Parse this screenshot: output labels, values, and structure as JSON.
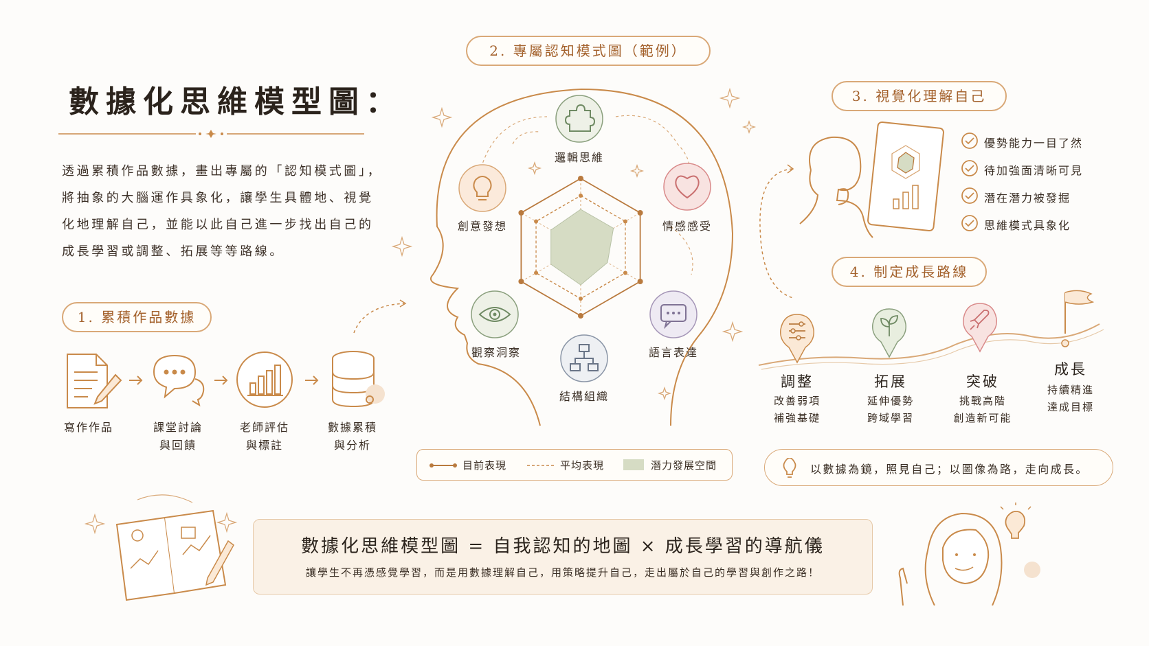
{
  "title": "數據化思維模型圖：",
  "intro": "透過累積作品數據，畫出專屬的「認知模式圖」，將抽象的大腦運作具象化，讓學生具體地、視覺化地理解自己，並能以此自己進一步找出自己的成長學習或調整、拓展等等路線。",
  "section1": {
    "label": "1. 累積作品數據",
    "steps": [
      {
        "label_1": "寫作作品",
        "label_2": "",
        "icon": "document-pencil-icon"
      },
      {
        "label_1": "課堂討論",
        "label_2": "與回饋",
        "icon": "chat-bubbles-icon"
      },
      {
        "label_1": "老師評估",
        "label_2": "與標註",
        "icon": "bar-chart-icon"
      },
      {
        "label_1": "數據累積",
        "label_2": "與分析",
        "icon": "database-icon"
      }
    ]
  },
  "section2": {
    "label": "2. 專屬認知模式圖（範例）",
    "nodes": [
      {
        "label": "邏輯思維",
        "icon": "puzzle-icon",
        "color": "#8ba07e"
      },
      {
        "label": "情感感受",
        "icon": "heart-icon",
        "color": "#d98a8a"
      },
      {
        "label": "語言表達",
        "icon": "speech-bubble-icon",
        "color": "#a697b8"
      },
      {
        "label": "結構組織",
        "icon": "hierarchy-icon",
        "color": "#8a95a6"
      },
      {
        "label": "觀察洞察",
        "icon": "eye-icon",
        "color": "#8ba07e"
      },
      {
        "label": "創意發想",
        "icon": "lightbulb-icon",
        "color": "#d9a877"
      }
    ],
    "legend": [
      "目前表現",
      "平均表現",
      "潛力發展空間"
    ]
  },
  "chart_data": {
    "type": "radar",
    "categories": [
      "邏輯思維",
      "情感感受",
      "語言表達",
      "結構組織",
      "觀察洞察",
      "創意發想"
    ],
    "series": [
      {
        "name": "目前表現",
        "values": [
          1.0,
          1.0,
          1.0,
          1.0,
          1.0,
          1.0
        ]
      },
      {
        "name": "平均表現",
        "values": [
          0.75,
          0.75,
          0.75,
          0.75,
          0.75,
          0.75
        ]
      },
      {
        "name": "潛力發展空間",
        "values": [
          0.55,
          0.55,
          0.45,
          0.55,
          0.5,
          0.5
        ]
      }
    ],
    "rlim": [
      0,
      1
    ]
  },
  "section3": {
    "label": "3. 視覺化理解自己",
    "checks": [
      "優勢能力一目了然",
      "待加強面清晰可見",
      "潛在潛力被發掘",
      "思維模式具象化"
    ]
  },
  "section4": {
    "label": "4. 制定成長路線",
    "stages": [
      {
        "title": "調整",
        "sub_1": "改善弱項",
        "sub_2": "補強基礎",
        "icon": "sliders-icon"
      },
      {
        "title": "拓展",
        "sub_1": "延伸優勢",
        "sub_2": "跨域學習",
        "icon": "sprout-icon"
      },
      {
        "title": "突破",
        "sub_1": "挑戰高階",
        "sub_2": "創造新可能",
        "icon": "rocket-icon"
      },
      {
        "title": "成長",
        "sub_1": "持續精進",
        "sub_2": "達成目標",
        "icon": "flag-icon"
      }
    ]
  },
  "quote": "以數據為鏡，照見自己；以圖像為路，走向成長。",
  "bottom": {
    "main": "數據化思維模型圖 = 自我認知的地圖 × 成長學習的導航儀",
    "sub": "讓學生不再憑感覺學習，而是用數據理解自己，用策略提升自己，走出屬於自己的學習與創作之路！"
  },
  "colors": {
    "accent": "#c98a4a",
    "line": "#b97a3e",
    "fill": "#d6dcc4",
    "box": "#faf1e6"
  }
}
